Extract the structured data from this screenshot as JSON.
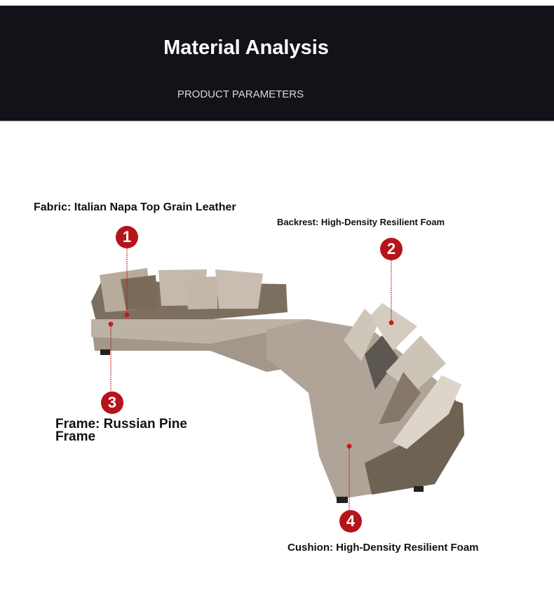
{
  "header": {
    "title": "Material Analysis",
    "subtitle": "PRODUCT PARAMETERS"
  },
  "annotations": [
    {
      "number": "1",
      "text": "Fabric: Italian Napa Top Grain Leather"
    },
    {
      "number": "2",
      "text": "Backrest: High-Density Resilient Foam"
    },
    {
      "number": "3",
      "text": "Frame: Russian Pine Frame"
    },
    {
      "number": "4",
      "text": "Cushion: High-Density Resilient Foam"
    }
  ],
  "colors": {
    "banner": "#111318",
    "accent": "#b5141b"
  }
}
